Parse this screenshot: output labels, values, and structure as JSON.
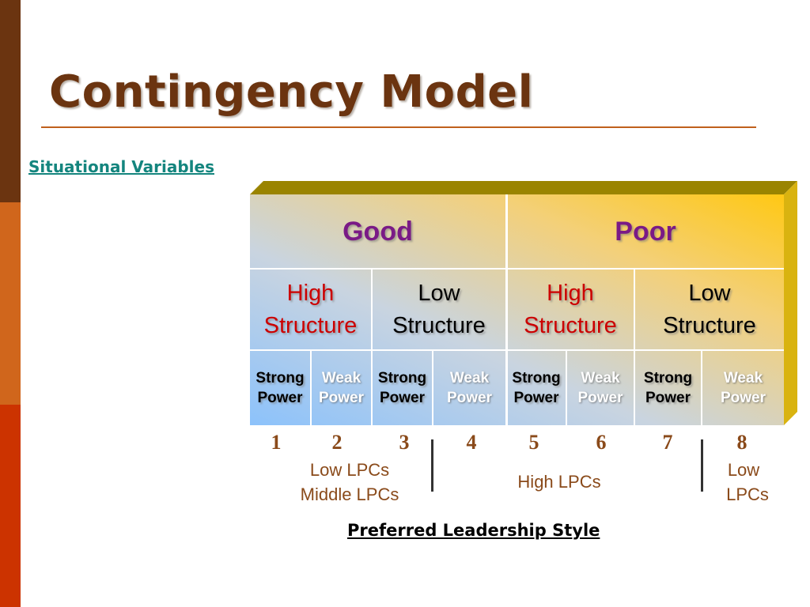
{
  "slide": {
    "title": "Contingency Model",
    "situational_link": "Situational Variables",
    "preferred_style": "Preferred Leadership Style"
  },
  "matrix": {
    "relations": [
      "Good",
      "Poor"
    ],
    "structures": [
      {
        "line1": "High",
        "line2": "Structure"
      },
      {
        "line1": "Low",
        "line2": "Structure"
      },
      {
        "line1": "High",
        "line2": "Structure"
      },
      {
        "line1": "Low",
        "line2": "Structure"
      }
    ],
    "power": [
      {
        "line1": "Strong",
        "line2": "Power"
      },
      {
        "line1": "Weak",
        "line2": "Power"
      },
      {
        "line1": "Strong",
        "line2": "Power"
      },
      {
        "line1": "Weak",
        "line2": "Power"
      },
      {
        "line1": "Strong",
        "line2": "Power"
      },
      {
        "line1": "Weak",
        "line2": "Power"
      },
      {
        "line1": "Strong",
        "line2": "Power"
      },
      {
        "line1": "Weak",
        "line2": "Power"
      }
    ]
  },
  "octants": [
    "1",
    "2",
    "3",
    "4",
    "5",
    "6",
    "7",
    "8"
  ],
  "lpc_groups": {
    "low": "Low LPCs",
    "middle": "Middle LPCs",
    "high": "High LPCs",
    "low_right_1": "Low",
    "low_right_2": "LPCs"
  },
  "colors": {
    "title": "#6b3410",
    "link": "#14857e",
    "relation_text": "#7a1a86",
    "high_structure_text": "#cc0000",
    "number_text": "#8a4a1a"
  }
}
